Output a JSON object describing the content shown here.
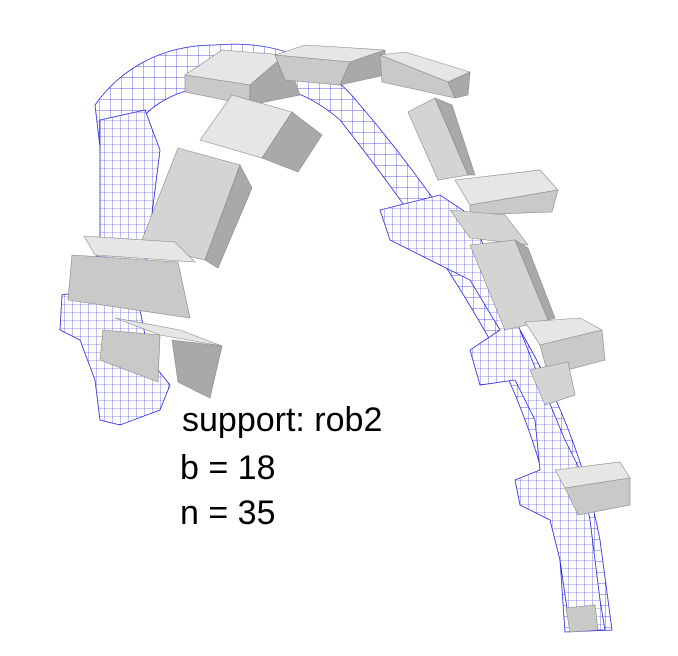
{
  "annotations": {
    "support": "support: rob2",
    "b": "b = 18",
    "n": "n = 35"
  },
  "colors": {
    "background": "#ffffff",
    "mesh_line": "#1f1fd6",
    "block_top": "#e6e6e6",
    "block_front": "#c9c9c9",
    "block_side": "#a9a9a9",
    "text": "#000000"
  }
}
